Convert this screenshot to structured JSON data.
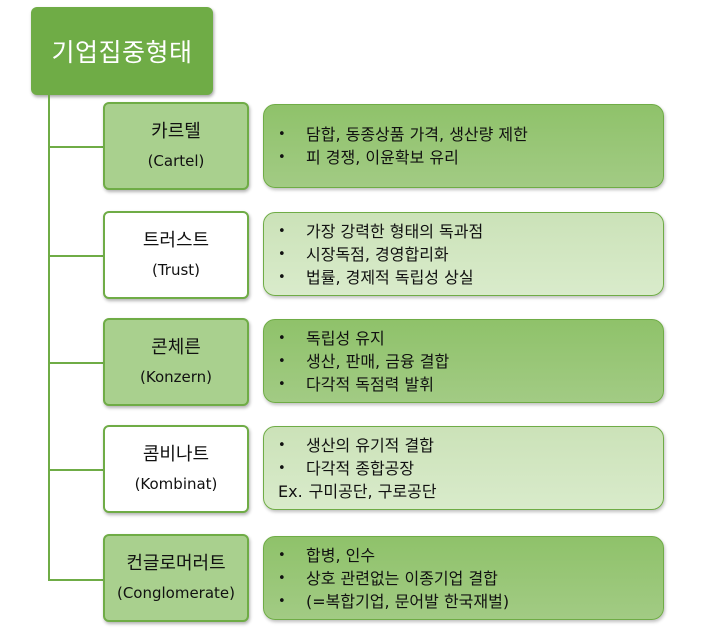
{
  "root": {
    "title": "기업집중형태"
  },
  "items": [
    {
      "name_ko": "카르텔",
      "name_en": "(Cartel)",
      "points": [
        {
          "bullet": "•",
          "text": "담합, 동종상품 가격, 생산량 제한"
        },
        {
          "bullet": "•",
          "text": "피 경쟁, 이윤확보 유리"
        }
      ]
    },
    {
      "name_ko": "트러스트",
      "name_en": "(Trust)",
      "points": [
        {
          "bullet": "•",
          "text": "가장 강력한 형태의 독과점"
        },
        {
          "bullet": "•",
          "text": "시장독점, 경영합리화"
        },
        {
          "bullet": "•",
          "text": "법률, 경제적 독립성 상실"
        }
      ]
    },
    {
      "name_ko": "콘체른",
      "name_en": "(Konzern)",
      "points": [
        {
          "bullet": "•",
          "text": "독립성 유지"
        },
        {
          "bullet": "•",
          "text": "생산, 판매, 금융 결합"
        },
        {
          "bullet": "•",
          "text": "다각적 독점력 발휘"
        }
      ]
    },
    {
      "name_ko": "콤비나트",
      "name_en": "(Kombinat)",
      "points": [
        {
          "bullet": "•",
          "text": "생산의 유기적 결합"
        },
        {
          "bullet": "•",
          "text": "다각적 종합공장"
        },
        {
          "bullet": "Ex.",
          "text": "구미공단, 구로공단"
        }
      ]
    },
    {
      "name_ko": "컨글로머러트",
      "name_en": "(Conglomerate)",
      "points": [
        {
          "bullet": "•",
          "text": "합병, 인수"
        },
        {
          "bullet": "•",
          "text": "상호 관련없는 이종기업 결합"
        },
        {
          "bullet": "•",
          "text": "(=복합기업, 문어발 한국재벌)"
        }
      ]
    }
  ],
  "colors": {
    "root_fill": "#6fac46",
    "name_fill": "#a9d08e",
    "desc_dark": "#8fc26a",
    "desc_light": "#cbe2b8"
  }
}
